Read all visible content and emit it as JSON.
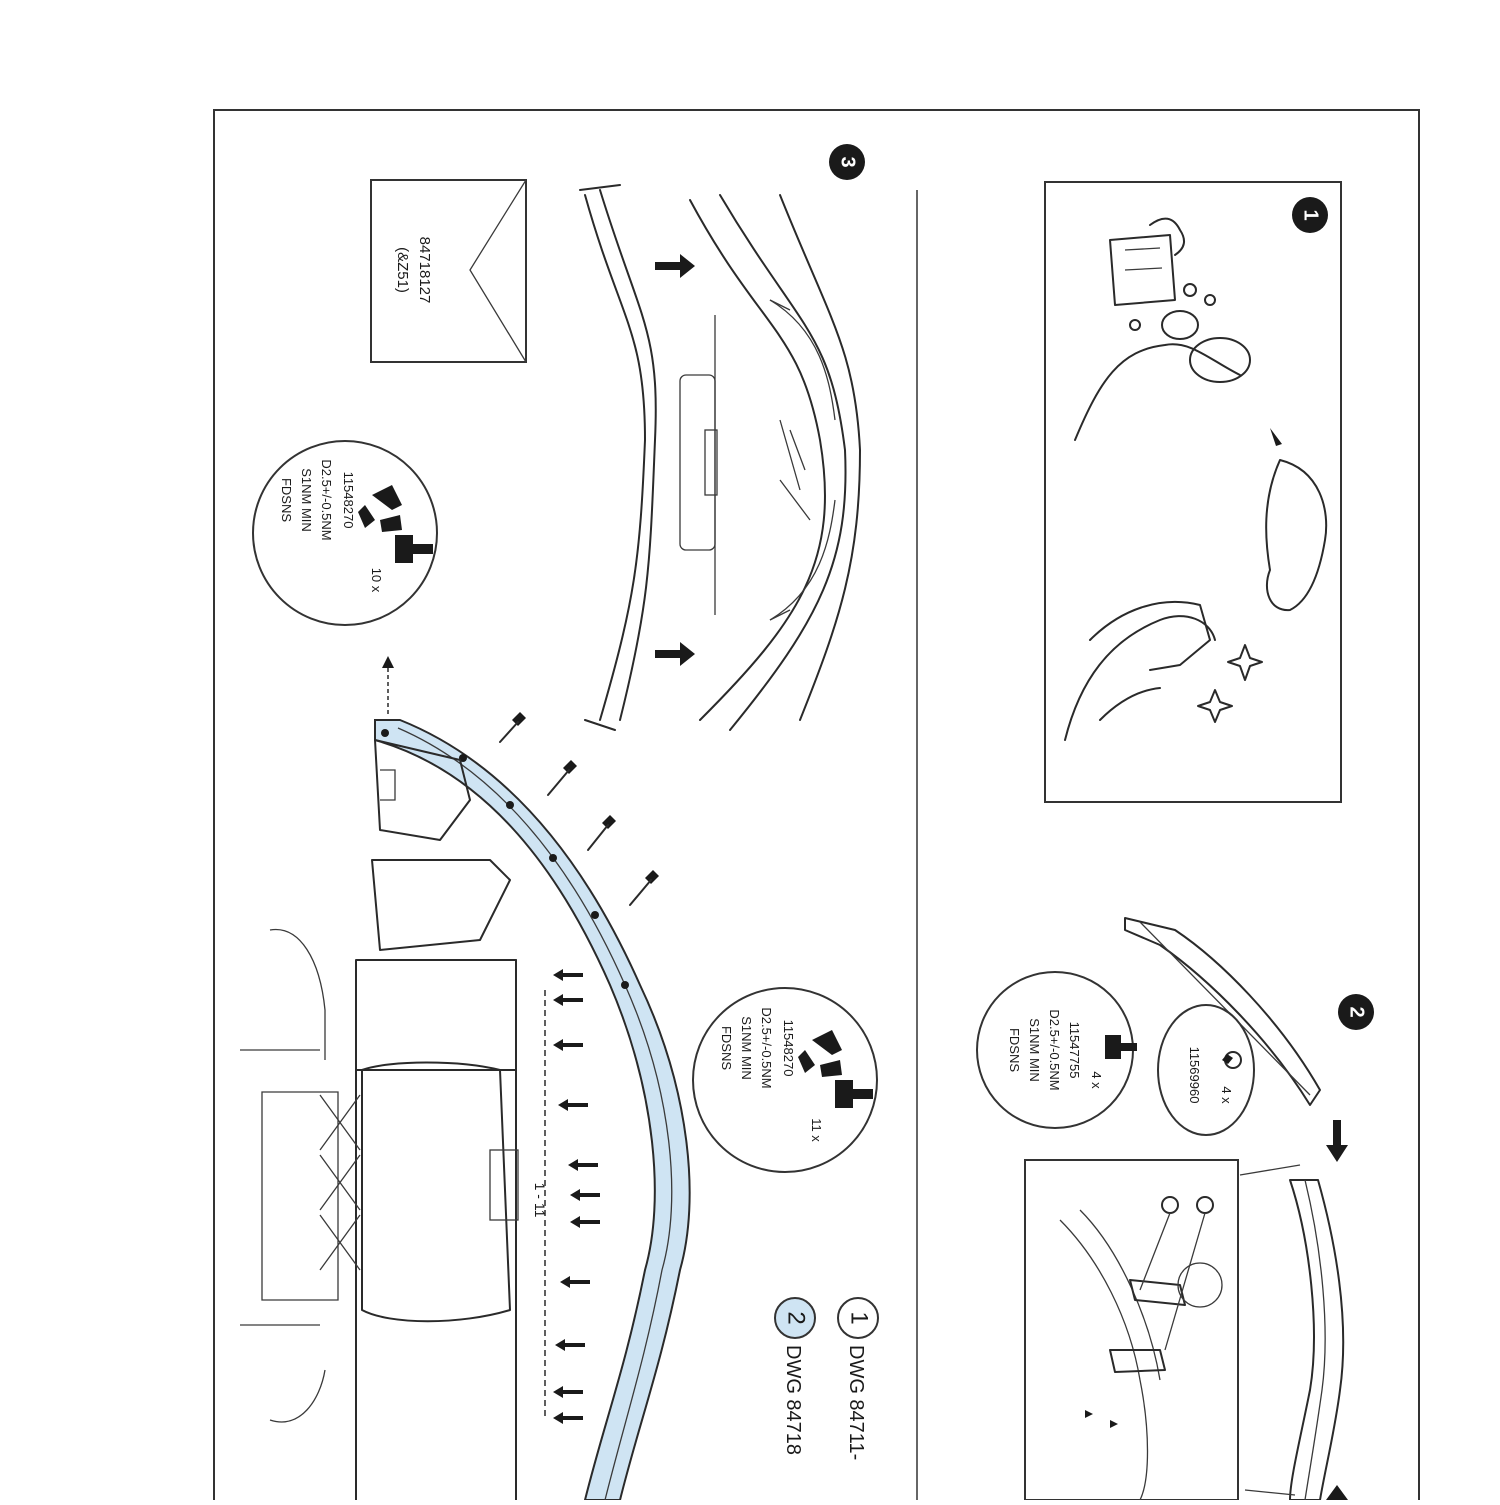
{
  "steps": {
    "step1": {
      "number": "1"
    },
    "step2": {
      "number": "2",
      "fastener_a": {
        "qty": "4 x",
        "part": "11547755",
        "spec1": "D2.5+/-0.5NM",
        "spec2": "S1NM MIN",
        "spec3": "FDSNS"
      },
      "fastener_b": {
        "qty": "4 x",
        "part": "11569960"
      }
    },
    "step3": {
      "number": "3",
      "envelope": {
        "part": "84718127",
        "sub": "(&Z51)"
      },
      "fastener": {
        "qty": "10 x",
        "part": "11548270",
        "spec1": "D2.5+/-0.5NM",
        "spec2": "S1NM MIN",
        "spec3": "FDSNS"
      }
    },
    "main": {
      "fastener": {
        "qty": "11 x",
        "part": "11548270",
        "spec1": "D2.5+/-0.5NM",
        "spec2": "S1NM MIN",
        "spec3": "FDSNS"
      },
      "sequence": "1 - 11"
    }
  },
  "legend": [
    {
      "num": "1",
      "label": "DWG 84711-"
    },
    {
      "num": "2",
      "label": "DWG 84718"
    }
  ],
  "colors": {
    "highlight": "#cfe4f3",
    "ink": "#1a1a1a"
  }
}
